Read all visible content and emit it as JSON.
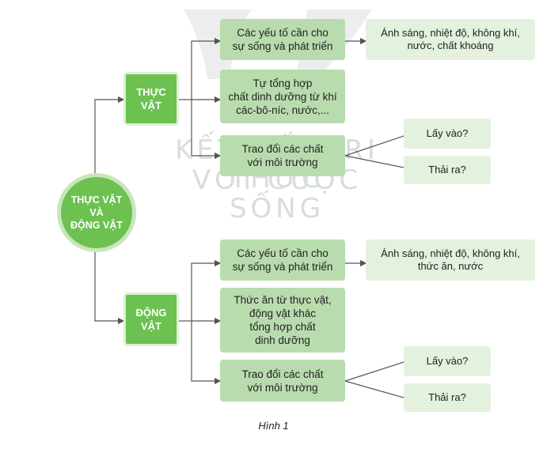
{
  "watermark": {
    "line1": "KẾT NỐI TRI THỨC",
    "line2": "VỚI CUỘC SỐNG"
  },
  "root": {
    "label": "THỰC VẬT\nVÀ\nĐỘNG VẬT"
  },
  "plant": {
    "label": "THỰC\nVẬT",
    "factors": "Các yếu tố cần cho\nsự sống và phát triển",
    "factors_detail": "Ánh sáng, nhiệt độ, không khí,\nnước, chất khoáng",
    "nutrition": "Tự tổng hợp\nchất dinh dưỡng từ khí\ncác-bô-níc, nước,...",
    "exchange": "Trao đổi các chất\nvới môi trường",
    "intake": "Lấy vào?",
    "output": "Thải ra?"
  },
  "animal": {
    "label": "ĐỘNG\nVẬT",
    "factors": "Các yếu tố cần cho\nsự sống và phát triển",
    "factors_detail": "Ánh sáng, nhiệt độ, không khí,\nthức ăn, nước",
    "nutrition": "Thức ăn từ thực vật,\nđộng vật khác\ntổng hợp chất\ndinh dưỡng",
    "exchange": "Trao đổi các chất\nvới môi trường",
    "intake": "Lấy vào?",
    "output": "Thải ra?"
  },
  "caption": "Hình 1",
  "colors": {
    "dark_green": "#6cc150",
    "mid_green": "#b9dcae",
    "light_green": "#e4f1de",
    "line": "#555555"
  }
}
